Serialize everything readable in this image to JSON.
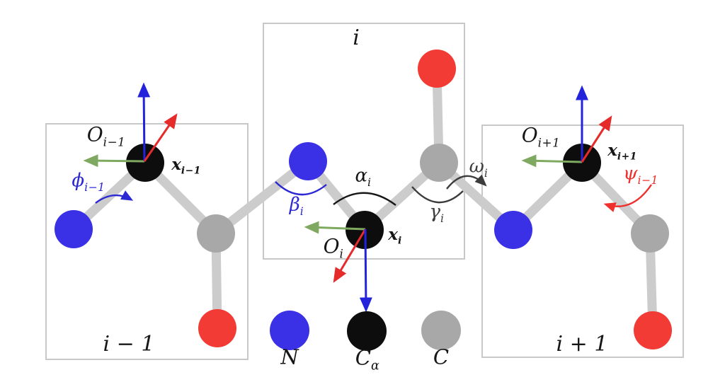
{
  "diagram": {
    "title_hint": "protein backbone residue frames",
    "boxes": {
      "prev": {
        "label": "i − 1"
      },
      "cur": {
        "label": "i"
      },
      "next": {
        "label": "i + 1"
      }
    },
    "labels": {
      "o_prev": {
        "base": "O",
        "sub": "i−1"
      },
      "x_prev": {
        "base": "x",
        "sub": "i−1"
      },
      "phi": {
        "base": "ϕ",
        "sub": "i−1"
      },
      "alpha": {
        "base": "α",
        "sub": "i"
      },
      "beta": {
        "base": "β",
        "sub": "i"
      },
      "gamma": {
        "base": "γ",
        "sub": "i"
      },
      "omega": {
        "base": "ω",
        "sub": "i"
      },
      "o_cur": {
        "base": "O",
        "sub": "i"
      },
      "x_cur": {
        "base": "x",
        "sub": "i"
      },
      "o_next": {
        "base": "O",
        "sub": "i+1"
      },
      "x_next": {
        "base": "x",
        "sub": "i+1"
      },
      "psi": {
        "base": "ψ",
        "sub": "i−1"
      }
    },
    "legend": {
      "nitrogen": {
        "base": "N",
        "sub": ""
      },
      "carbon_alpha": {
        "base": "C",
        "sub": "α"
      },
      "carbon": {
        "base": "C",
        "sub": ""
      }
    },
    "colors": {
      "nitrogen_blue": "#3a30e6",
      "carbon_alpha_black": "#0d0d0d",
      "carbon_gray": "#a8a8a8",
      "oxygen_red": "#f23b35",
      "bond_gray": "#cccccc",
      "box_border_gray": "#c8c8c8",
      "arrow_green": "#7fa960",
      "arrow_blue": "#2323dc",
      "arrow_red": "#e62b2b",
      "angle_dark_gray": "#3c3c3c",
      "phi_beta_blue": "#2b28d4",
      "psi_red": "#ef2f2c"
    }
  }
}
